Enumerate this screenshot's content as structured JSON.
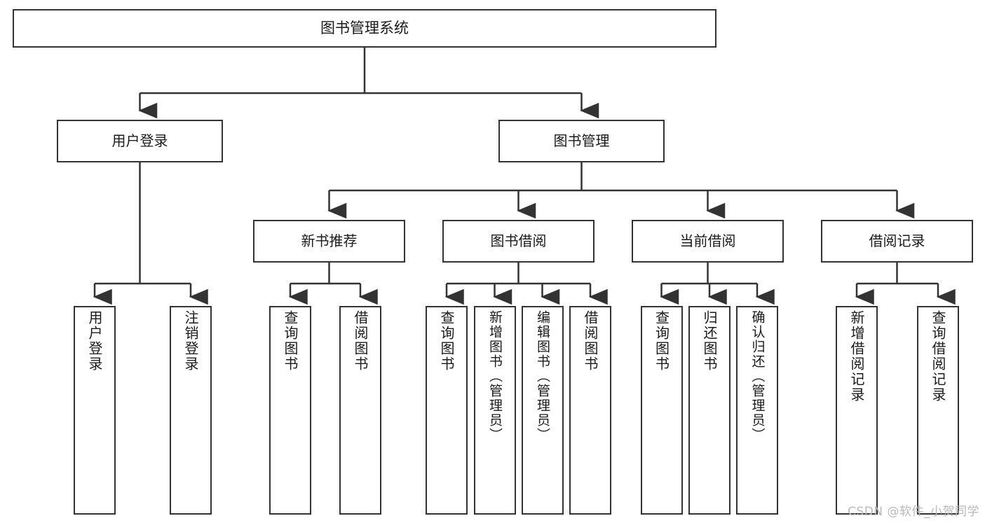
{
  "diagram": {
    "title": "图书管理系统",
    "root": {
      "label": "图书管理系统"
    },
    "level2": [
      {
        "label": "用户登录"
      },
      {
        "label": "图书管理"
      }
    ],
    "level3": [
      {
        "label": "新书推荐"
      },
      {
        "label": "图书借阅"
      },
      {
        "label": "当前借阅"
      },
      {
        "label": "借阅记录"
      }
    ],
    "leaves": [
      {
        "label": "用户登录"
      },
      {
        "label": "注销登录"
      },
      {
        "label": "查询图书"
      },
      {
        "label": "借阅图书"
      },
      {
        "label": "查询图书"
      },
      {
        "label": "新增图书（管理员）"
      },
      {
        "label": "编辑图书（管理员）"
      },
      {
        "label": "借阅图书"
      },
      {
        "label": "查询图书"
      },
      {
        "label": "归还图书"
      },
      {
        "label": "确认归还（管理员）"
      },
      {
        "label": "新增借阅记录"
      },
      {
        "label": "查询借阅记录"
      }
    ]
  },
  "watermark": {
    "text": "CSDN @软件_小贺同学"
  },
  "colors": {
    "border": "#333333",
    "background": "#ffffff",
    "text": "#1a1a1a",
    "watermark": "#b8b8b8"
  }
}
